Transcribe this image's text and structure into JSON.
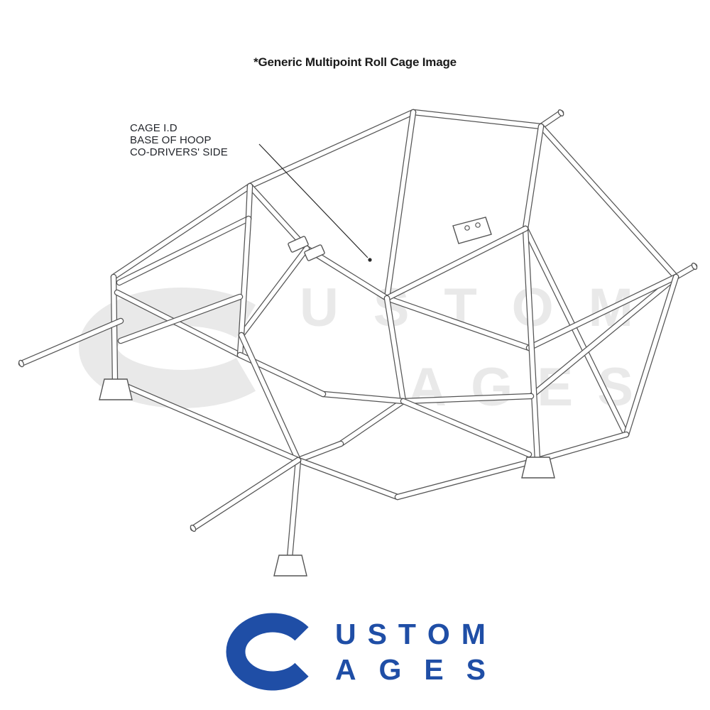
{
  "title": "*Generic Multipoint Roll Cage Image",
  "annotation": {
    "lines": [
      "CAGE I.D",
      "BASE OF HOOP",
      "CO-DRIVERS' SIDE"
    ]
  },
  "watermark": {
    "letter_c": "C",
    "row1": "USTOM",
    "row2": "AGES"
  },
  "logo": {
    "letter_c": "C",
    "row1": "USTOM",
    "row2": "AGES"
  },
  "colors": {
    "logo_blue": "#1f4ea6",
    "watermark_gray": "#e9e9e9",
    "line_gray": "#555555",
    "text_black": "#1a1a1a"
  }
}
